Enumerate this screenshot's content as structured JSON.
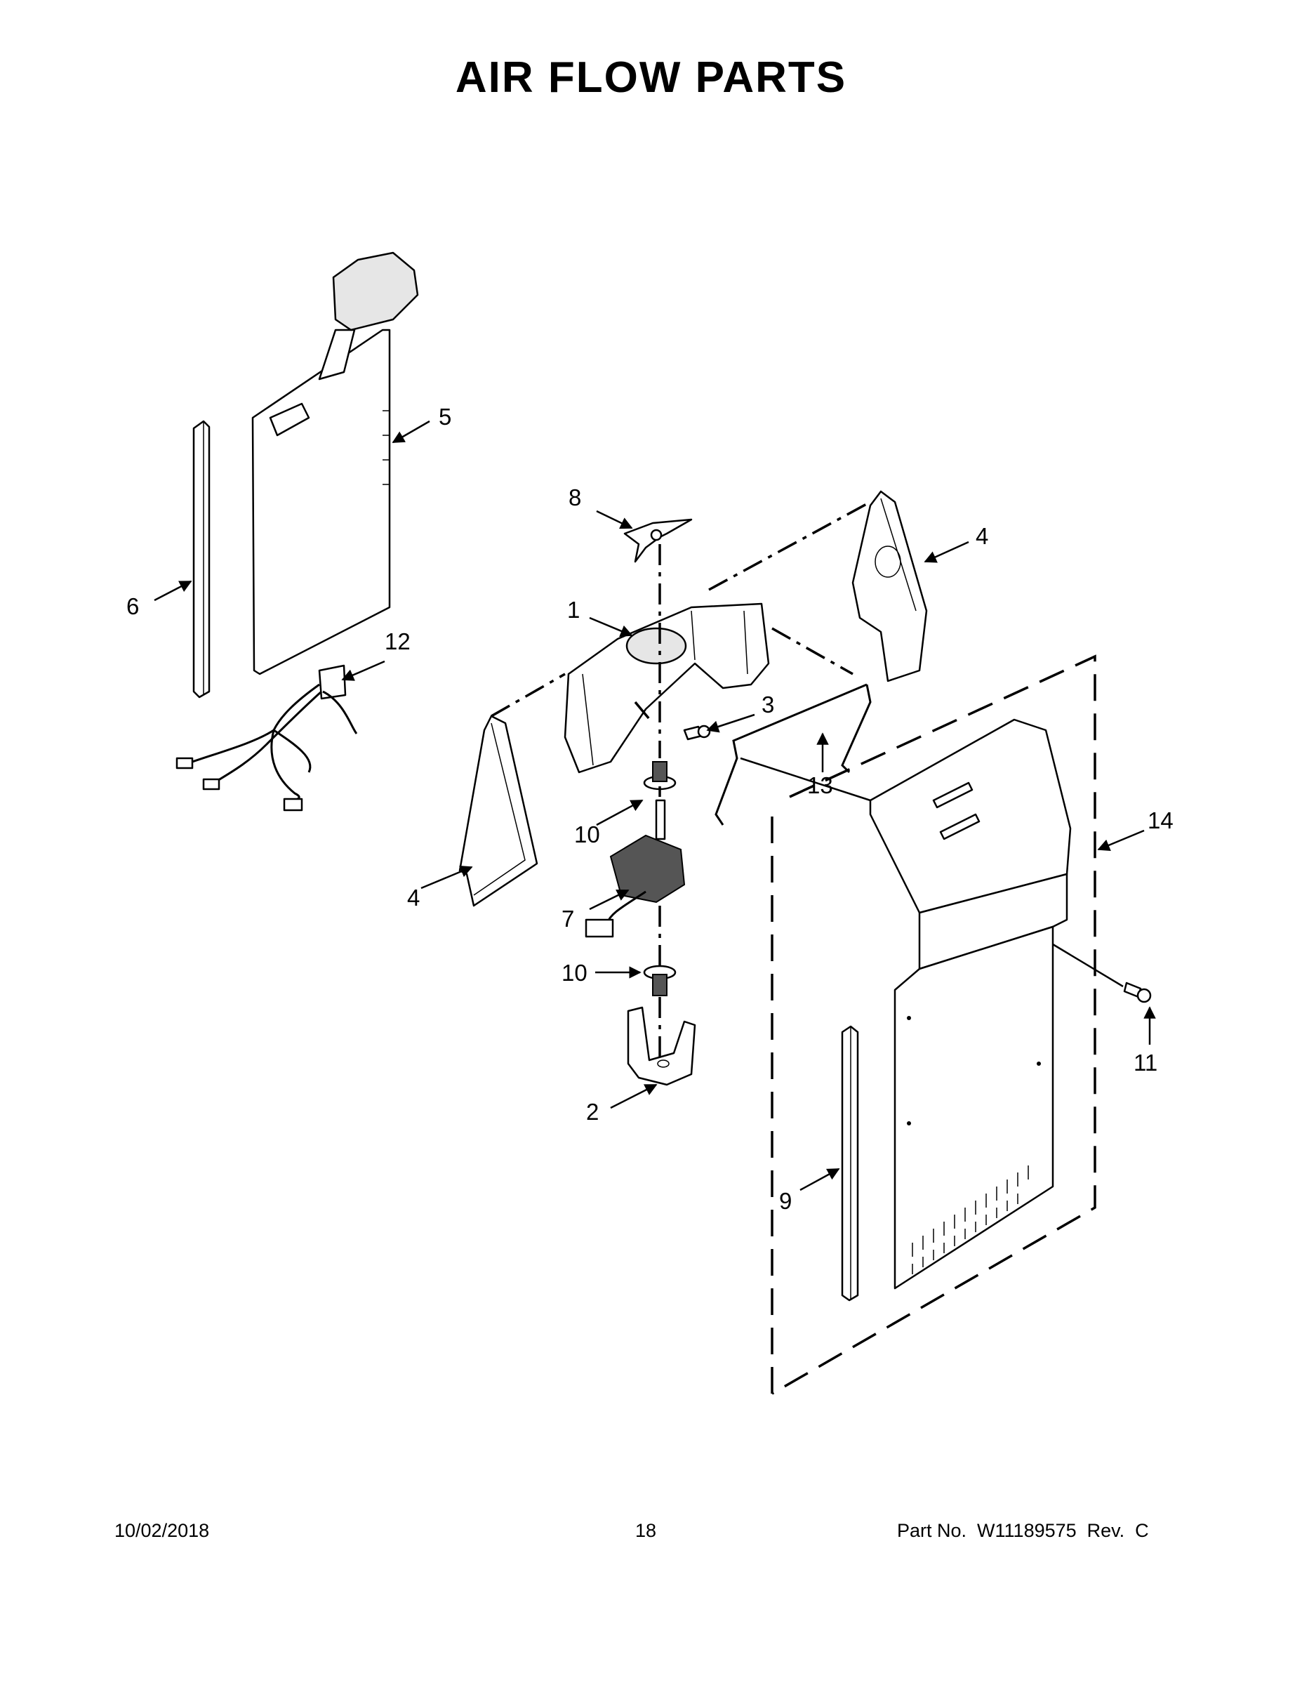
{
  "page": {
    "title": "AIR FLOW PARTS",
    "date": "10/02/2018",
    "page_number": "18",
    "part_info": "Part No.  W11189575  Rev.  C"
  },
  "callouts": [
    "1",
    "2",
    "3",
    "4",
    "4",
    "5",
    "6",
    "7",
    "8",
    "9",
    "10",
    "10",
    "11",
    "12",
    "13",
    "14"
  ]
}
